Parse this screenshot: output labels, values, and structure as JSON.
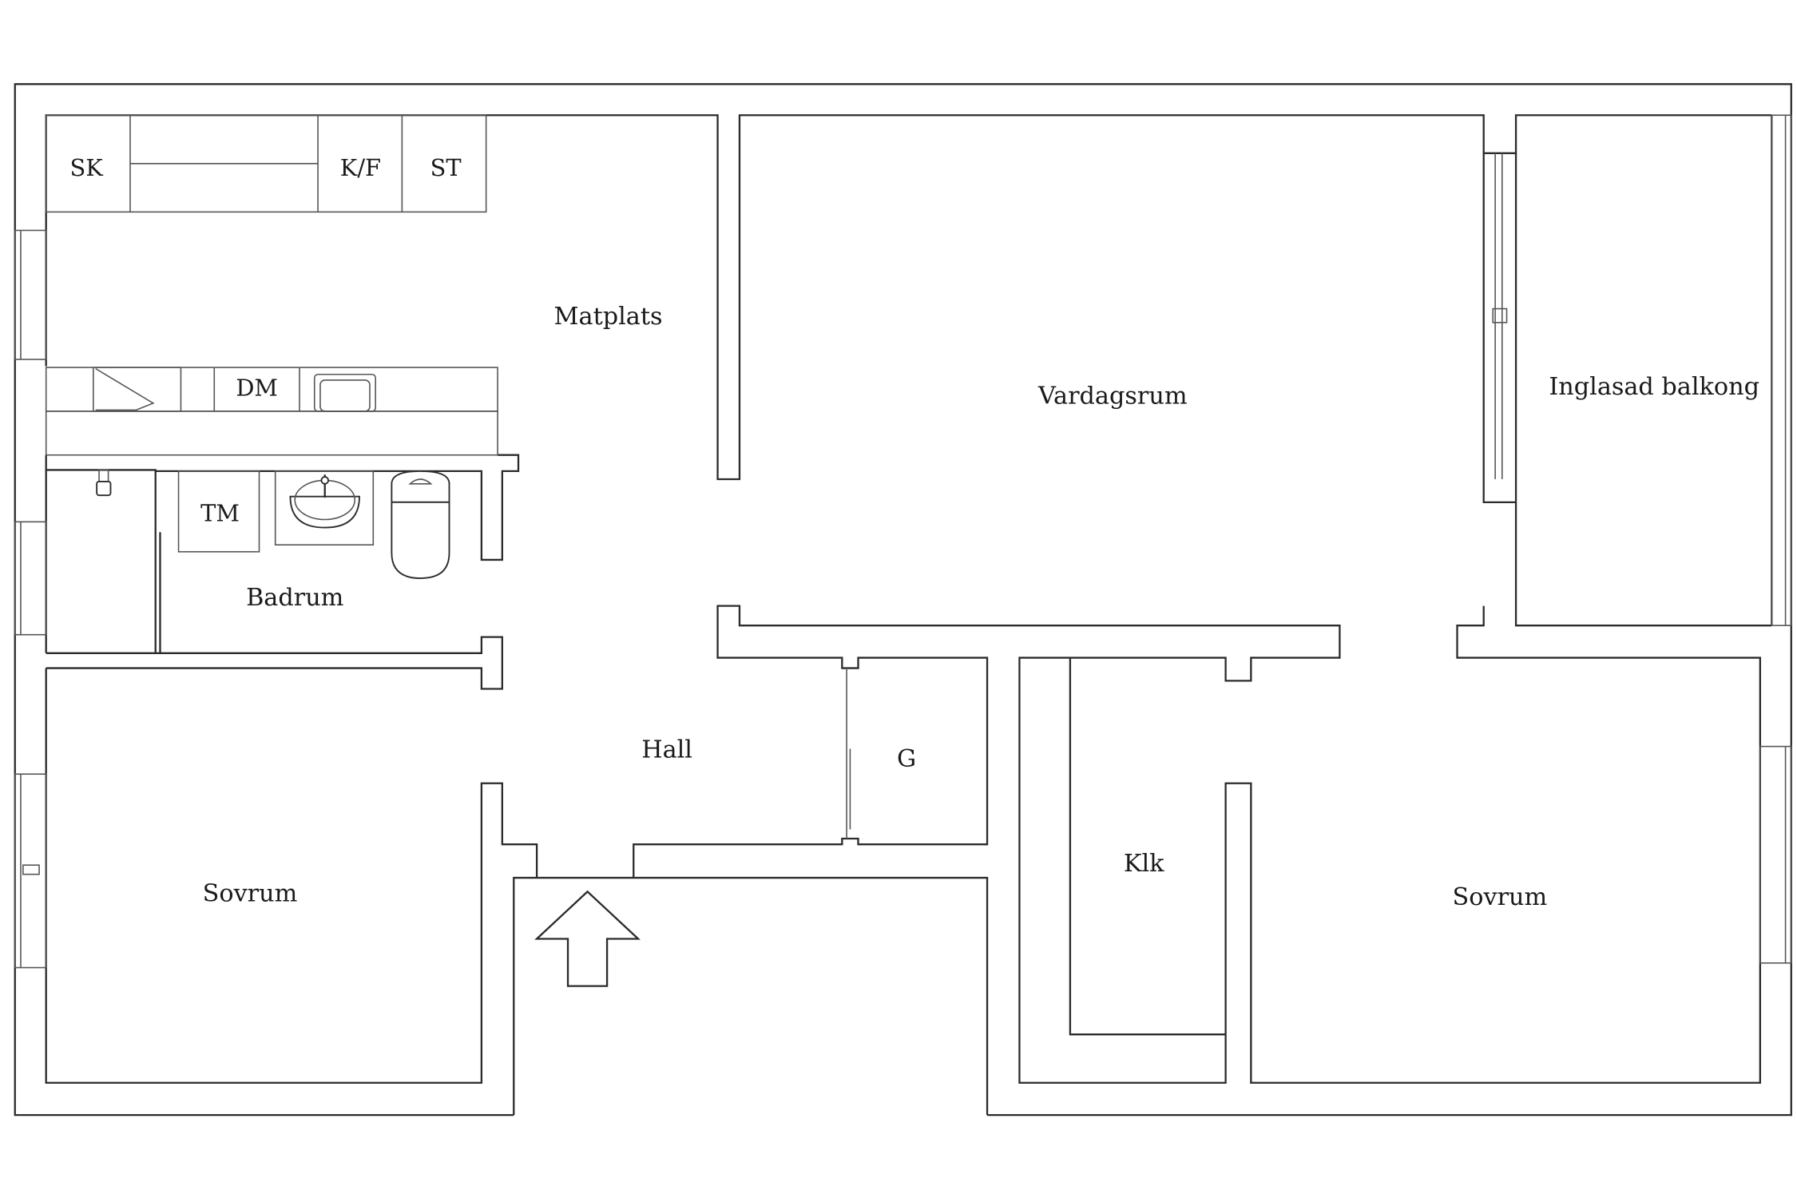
{
  "plan": {
    "rooms": [
      {
        "id": "matplats",
        "label": "Matplats"
      },
      {
        "id": "vardagsrum",
        "label": "Vardagsrum"
      },
      {
        "id": "inglasad-balkong",
        "label": "Inglasad balkong"
      },
      {
        "id": "badrum",
        "label": "Badrum"
      },
      {
        "id": "hall",
        "label": "Hall"
      },
      {
        "id": "garderob",
        "label": "G"
      },
      {
        "id": "klk",
        "label": "Klk"
      },
      {
        "id": "sovrum-left",
        "label": "Sovrum"
      },
      {
        "id": "sovrum-right",
        "label": "Sovrum"
      }
    ],
    "fixtures": {
      "sk": "SK",
      "kf": "K/F",
      "st": "ST",
      "dm": "DM",
      "tm": "TM"
    }
  }
}
